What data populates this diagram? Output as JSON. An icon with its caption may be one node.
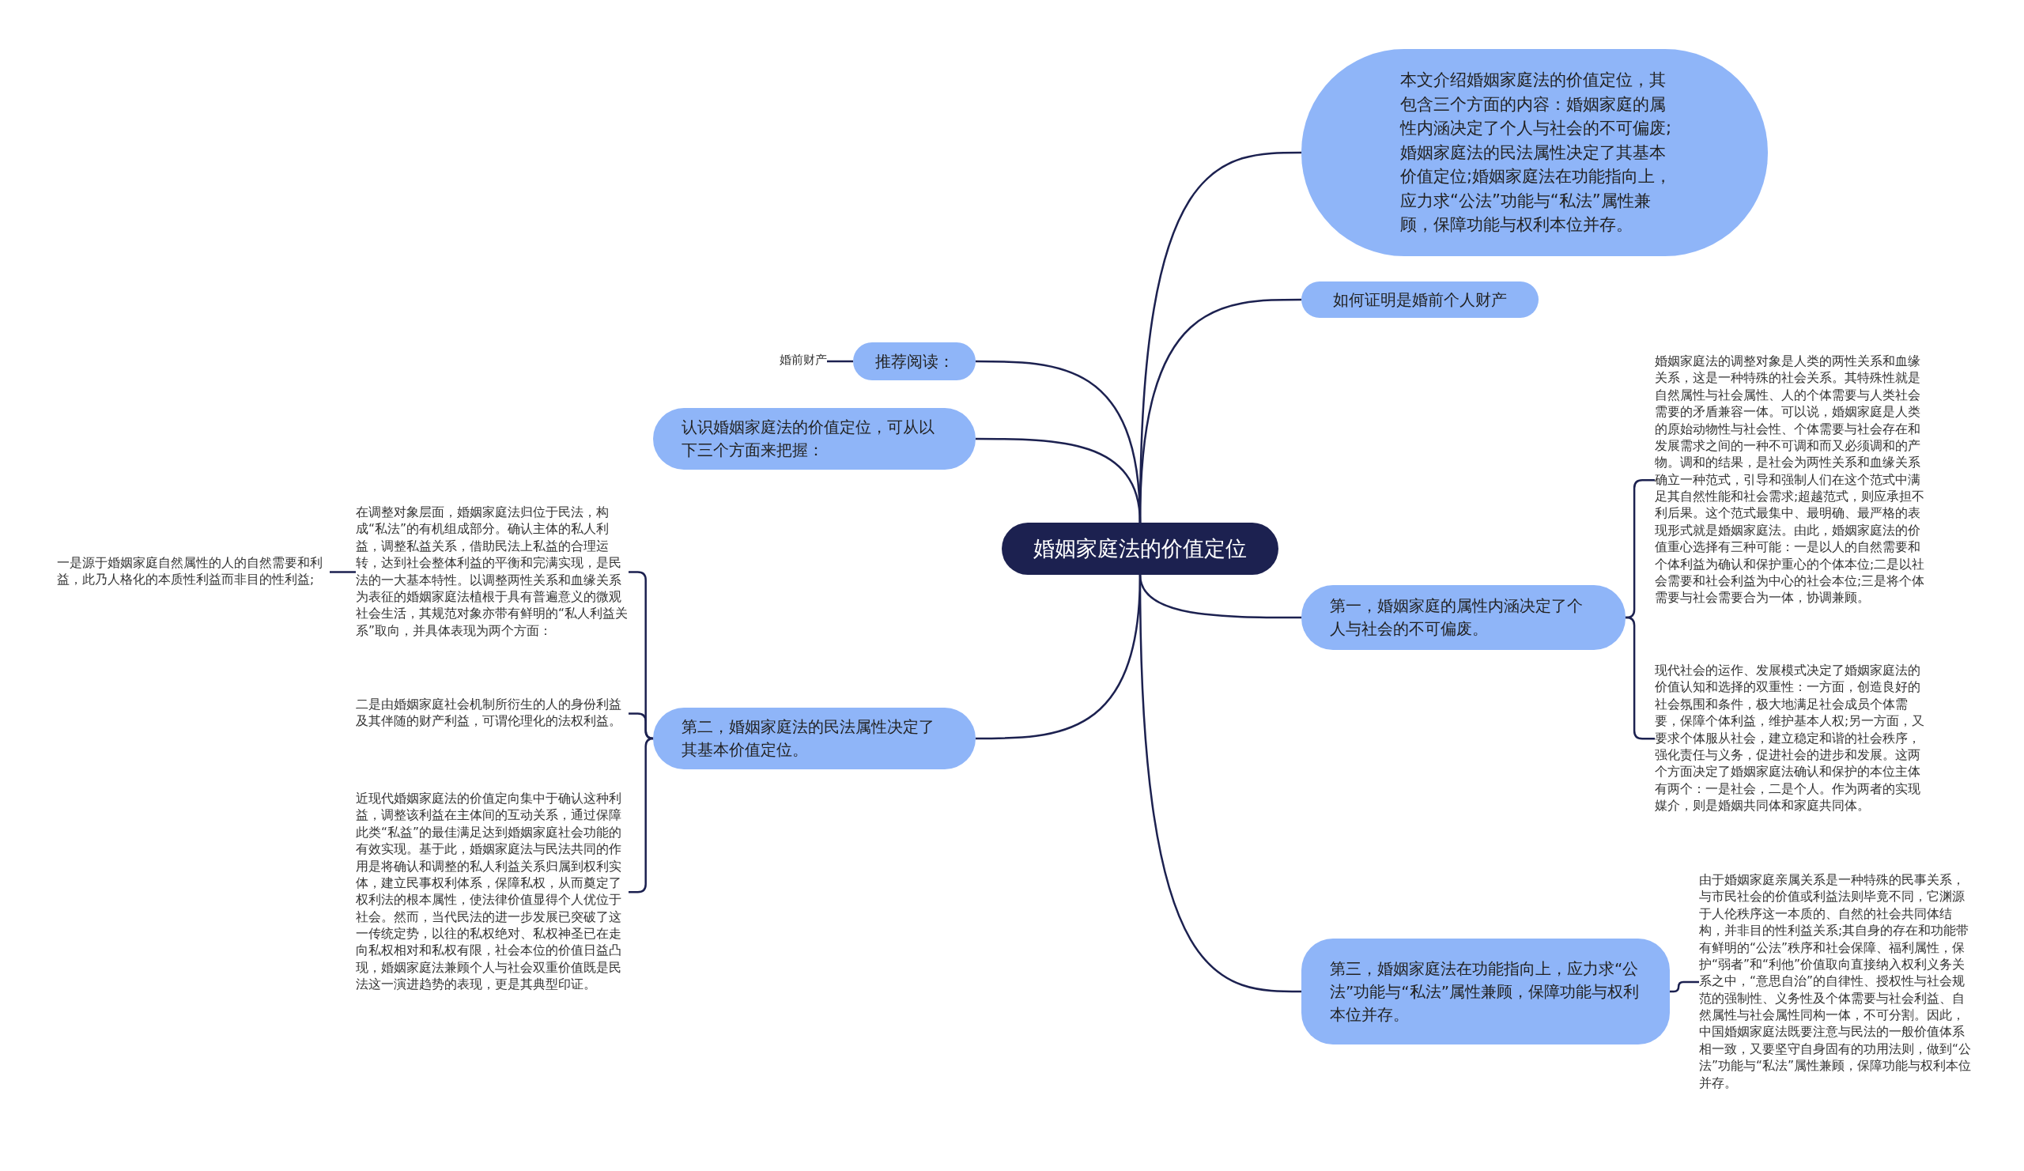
{
  "diagram": {
    "nodes": [
      {
        "text": [
          "婚姻家庭法的价值定位"
        ]
      },
      {
        "text": [
          "本文介绍婚姻家庭法的价值定位，其包含三个方面的内容：婚姻家庭的属性内涵决定了个人与社会的不可偏废;婚姻家庭法的民法属性决定了其基本价值定位;婚姻家庭法在功能指向上，应力求“公法”功能与“私法”属性兼顾，保障功能与权利本位并存。"
        ]
      },
      {
        "text": [
          "如何证明是婚前个人财产"
        ]
      },
      {
        "text": [
          "第一，婚姻家庭的属性内涵决定了个人与社会的不可偏废。"
        ]
      },
      {
        "text": [
          "第三，婚姻家庭法在功能指向上，应力求“公法”功能与“私法”属性兼顾，保障功能与权利本位并存。"
        ]
      },
      {
        "text": [
          "推荐阅读："
        ]
      },
      {
        "text": [
          "认识婚姻家庭法的价值定位，可从以下三个方面来把握："
        ]
      },
      {
        "text": [
          "第二，婚姻家庭法的民法属性决定了其基本价值定位。"
        ]
      },
      {
        "text": [
          "婚前财产"
        ]
      },
      {
        "text": [
          "婚姻家庭法的调整对象是人类的两性关系和血缘关系，这是一种特殊的社会关系。其特殊性就是自然属性与社会属性、人的个体需要与人类社会需要的矛盾兼容一体。可以说，婚姻家庭是人类的原始动物性与社会性、个体需要与社会存在和发展需求之间的一种不可调和而又必须调和的产物。调和的结果，是社会为两性关系和血缘关系确立一种范式，引导和强制人们在这个范式中满足其自然性能和社会需求;超越范式，则应承担不利后果。这个范式最集中、最明确、最严格的表现形式就是婚姻家庭法。由此，婚姻家庭法的价值重心选择有三种可能：一是以人的自然需要和个体利益为确认和保护重心的个体本位;二是以社会需要和社会利益为中心的社会本位;三是将个体需要与社会需要合为一体，协调兼顾。"
        ]
      },
      {
        "text": [
          "现代社会的运作、发展模式决定了婚姻家庭法的价值认知和选择的双重性：一方面，创造良好的社会氛围和条件，极大地满足社会成员个体需要，保障个体利益，维护基本人权;另一方面，又要求个体服从社会，建立稳定和谐的社会秩序，强化责任与义务，促进社会的进步和发展。这两个方面决定了婚姻家庭法确认和保护的本位主体有两个：一是社会，二是个人。作为两者的实现媒介，则是婚姻共同体和家庭共同体。"
        ]
      },
      {
        "text": [
          "由于婚姻家庭亲属关系是一种特殊的民事关系，与市民社会的价值或利益法则毕竟不同，它渊源于人伦秩序这一本质的、自然的社会共同体结构，并非目的性利益关系;其自身的存在和功能带有鲜明的“公法”秩序和社会保障、福利属性，保护“弱者”和“利他”价值取向直接纳入权利义务关系之中，“意思自治”的自律性、授权性与社会规范的强制性、义务性及个体需要与社会利益、自然属性与社会属性同构一体，不可分割。因此，中国婚姻家庭法既要注意与民法的一般价值体系相一致，又要坚守自身固有的功用法则，做到“公法”功能与“私法”属性兼顾，保障功能与权利本位并存。"
        ]
      },
      {
        "text": [
          "在调整对象层面，婚姻家庭法归位于民法，构成“私法”的有机组成部分。确认主体的私人利益，调整私益关系，借助民法上私益的合理运转，达到社会整体利益的平衡和完满实现，是民法的一大基本特性。以调整两性关系和血缘关系为表征的婚姻家庭法植根于具有普遍意义的微观社会生活，其规范对象亦带有鲜明的“私人利益关系”取向，并具体表现为两个方面："
        ]
      },
      {
        "text": [
          "二是由婚姻家庭社会机制所衍生的人的身份利益及其伴随的财产利益，可谓伦理化的法权利益。"
        ]
      },
      {
        "text": [
          "近现代婚姻家庭法的价值定向集中于确认这种利益，调整该利益在主体间的互动关系，通过保障此类“私益”的最佳满足达到婚姻家庭社会功能的有效实现。基于此，婚姻家庭法与民法共同的作用是将确认和调整的私人利益关系归属到权利实体，建立民事权利体系，保障私权，从而奠定了权利法的根本属性，使法律价值显得个人优位于社会。然而，当代民法的进一步发展已突破了这一传统定势，以往的私权绝对、私权神圣已在走向私权相对和私权有限，社会本位的价值日益凸现，婚姻家庭法兼顾个人与社会双重价值既是民法这一演进趋势的表现，更是其典型印证。"
        ]
      },
      {
        "text": [
          "一是源于婚姻家庭自然属性的人的自然需要和利益，此乃人格化的本质性利益而非目的性利益;"
        ]
      }
    ],
    "edges": [
      {
        "from": 0,
        "to": 1,
        "arrow": "none"
      },
      {
        "from": 0,
        "to": 2,
        "arrow": "none"
      },
      {
        "from": 0,
        "to": 3,
        "arrow": "none"
      },
      {
        "from": 0,
        "to": 4,
        "arrow": "none"
      },
      {
        "from": 0,
        "to": 5,
        "arrow": "none"
      },
      {
        "from": 0,
        "to": 6,
        "arrow": "none"
      },
      {
        "from": 0,
        "to": 7,
        "arrow": "none"
      },
      {
        "from": 5,
        "to": 8,
        "arrow": "none"
      },
      {
        "from": 3,
        "to": 9,
        "arrow": "none"
      },
      {
        "from": 3,
        "to": 10,
        "arrow": "none"
      },
      {
        "from": 4,
        "to": 11,
        "arrow": "none"
      },
      {
        "from": 7,
        "to": 12,
        "arrow": "none"
      },
      {
        "from": 7,
        "to": 13,
        "arrow": "none"
      },
      {
        "from": 7,
        "to": 14,
        "arrow": "none"
      },
      {
        "from": 12,
        "to": 15,
        "arrow": "none"
      }
    ]
  }
}
